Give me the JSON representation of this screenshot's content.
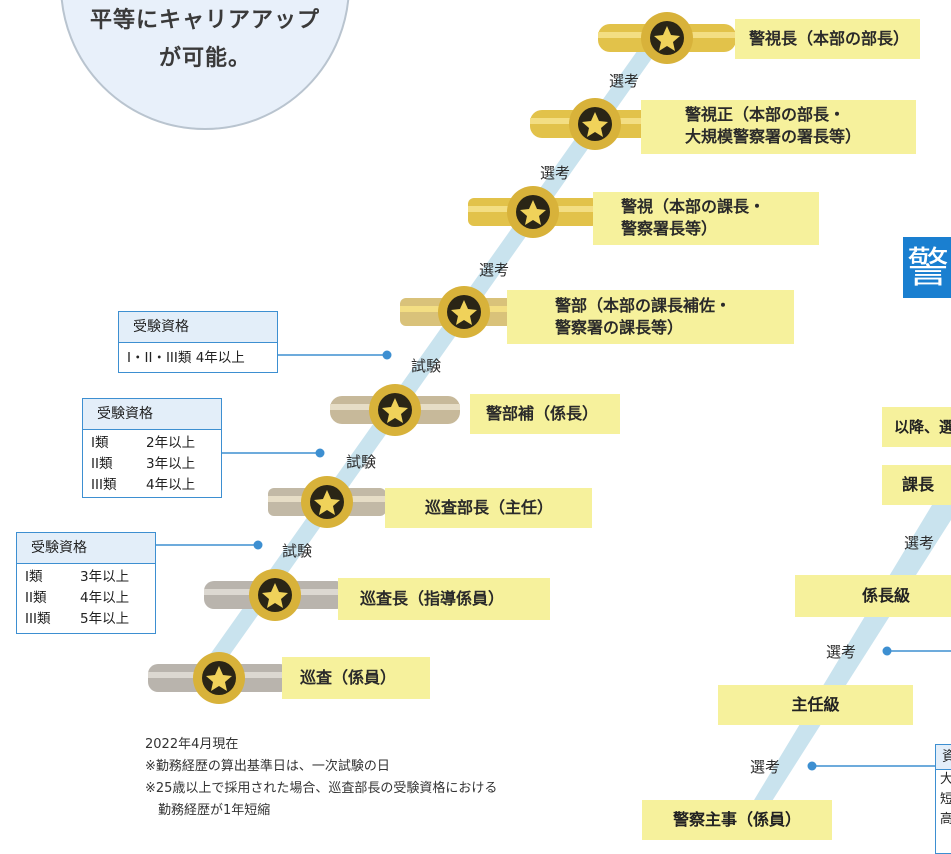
{
  "bubble": {
    "line1": "平等にキャリアアップ",
    "line2": "が可能。"
  },
  "police_ranks": [
    {
      "id": "keishicho",
      "lines": [
        "警視長（本部の部長）"
      ]
    },
    {
      "id": "keishisei",
      "lines": [
        "警視正（本部の部長・",
        "大規模警察署の署長等）"
      ]
    },
    {
      "id": "keishi",
      "lines": [
        "警視（本部の課長・",
        "警察署長等）"
      ]
    },
    {
      "id": "keibu",
      "lines": [
        "警部（本部の課長補佐・",
        "警察署の課長等）"
      ]
    },
    {
      "id": "keibuho",
      "lines": [
        "警部補（係長）"
      ]
    },
    {
      "id": "junsabucho",
      "lines": [
        "巡査部長（主任）"
      ]
    },
    {
      "id": "junsacho",
      "lines": [
        "巡査長（指導係員）"
      ]
    },
    {
      "id": "junsa",
      "lines": [
        "巡査（係員）"
      ]
    }
  ],
  "police_steps": [
    "選考",
    "選考",
    "選考",
    "試験",
    "試験",
    "試験"
  ],
  "qualification_boxes": [
    {
      "title": "受験資格",
      "rows": [
        [
          "I・II・III類",
          "4年以上"
        ]
      ]
    },
    {
      "title": "受験資格",
      "rows": [
        [
          "I類",
          "2年以上"
        ],
        [
          "II類",
          "3年以上"
        ],
        [
          "III類",
          "4年以上"
        ]
      ]
    },
    {
      "title": "受験資格",
      "rows": [
        [
          "I類",
          "3年以上"
        ],
        [
          "II類",
          "4年以上"
        ],
        [
          "III類",
          "5年以上"
        ]
      ]
    }
  ],
  "notes": [
    "2022年4月現在",
    "※勤務経歴の算出基準日は、一次試験の日",
    "※25歳以上で採用された場合、巡査部長の受験資格における",
    "　勤務経歴が1年短縮"
  ],
  "staff": {
    "title_char": "警",
    "after_text": "以降、選",
    "ranks": [
      "課長",
      "係長級",
      "主任級",
      "警察主事（係員）"
    ],
    "steps": [
      "選考",
      "選考",
      "選考"
    ],
    "qual_head": "資",
    "qual_rows": [
      "大",
      "短",
      "高"
    ]
  },
  "colors": {
    "label_bg": "#f6f19c",
    "stripe": "#c9e3ee",
    "box_border": "#3d8fd1",
    "box_head": "#e3eef9",
    "title_bg": "#1a7fd0",
    "bubble_bg": "#e8f0fa",
    "badge_gold": "#e2c24a"
  }
}
